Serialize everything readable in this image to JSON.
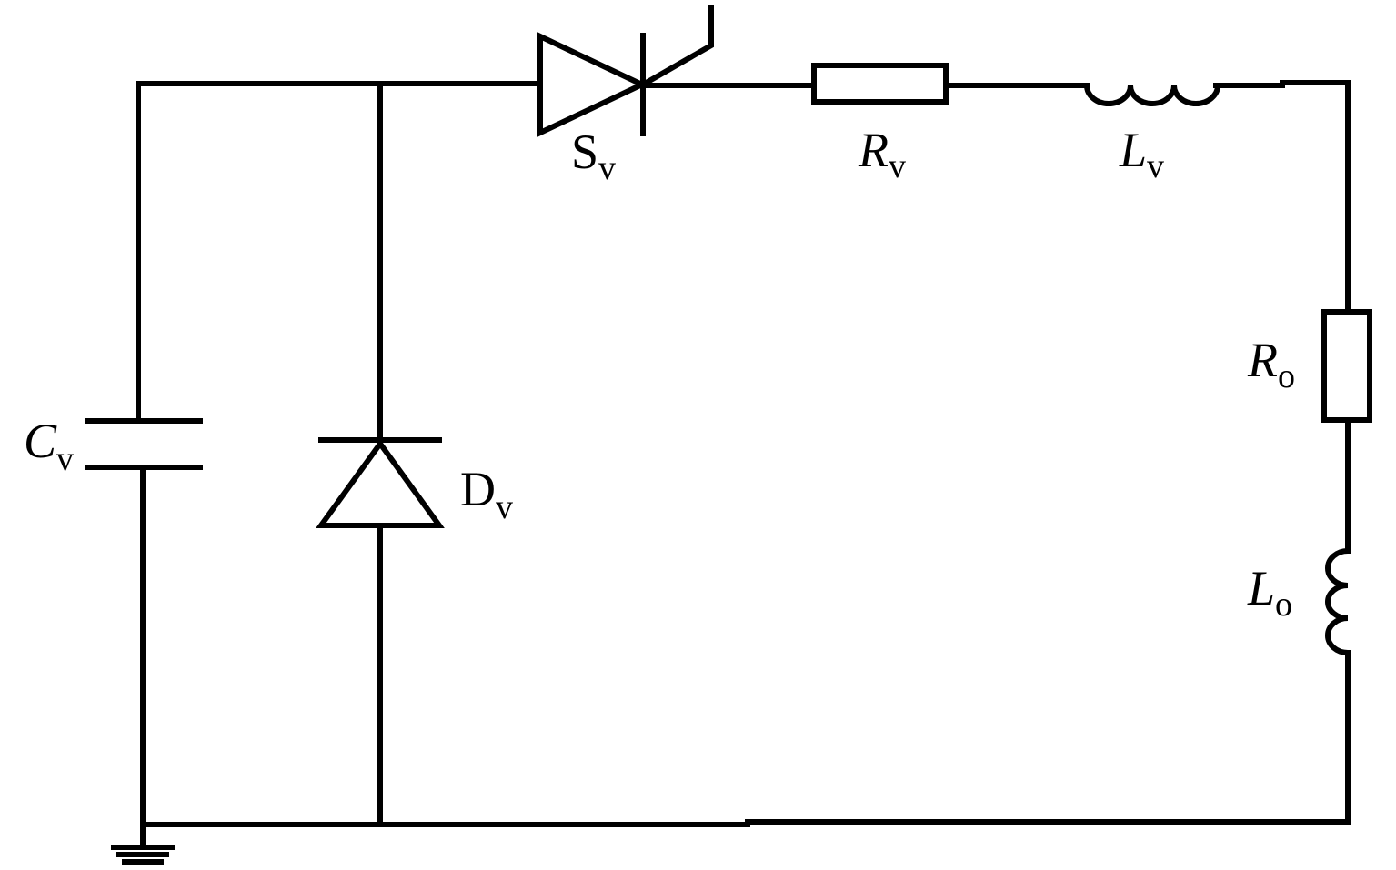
{
  "colors": {
    "background": "#ffffff",
    "ink": "#000000"
  },
  "components": {
    "capacitor": {
      "symbol": "C",
      "subscript": "v",
      "icon": "capacitor-icon"
    },
    "diode": {
      "symbol": "D",
      "subscript": "v",
      "icon": "diode-icon"
    },
    "thyristor": {
      "symbol": "S",
      "subscript": "v",
      "icon": "thyristor-icon"
    },
    "resistor_v": {
      "symbol": "R",
      "subscript": "v",
      "icon": "resistor-icon"
    },
    "inductor_v": {
      "symbol": "L",
      "subscript": "v",
      "icon": "inductor-icon"
    },
    "resistor_o": {
      "symbol": "R",
      "subscript": "o",
      "icon": "resistor-icon"
    },
    "inductor_o": {
      "symbol": "L",
      "subscript": "o",
      "icon": "inductor-icon"
    },
    "ground": {
      "icon": "ground-icon"
    }
  }
}
